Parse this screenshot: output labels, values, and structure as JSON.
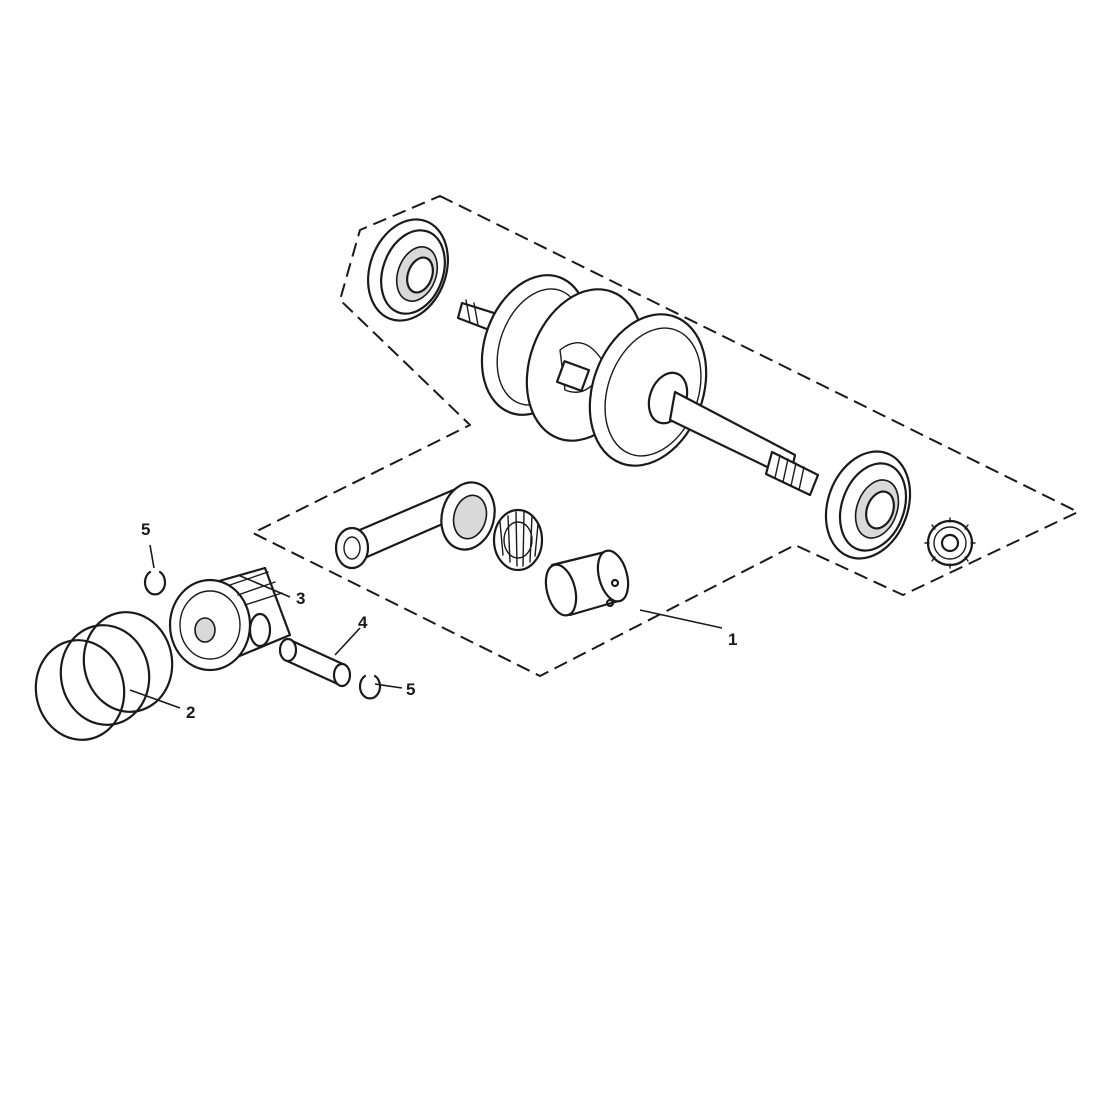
{
  "callouts": {
    "crankshaft_assembly": "1",
    "piston_rings": "2",
    "piston": "3",
    "piston_pin": "4",
    "clip_left": "5",
    "clip_right": "5"
  }
}
